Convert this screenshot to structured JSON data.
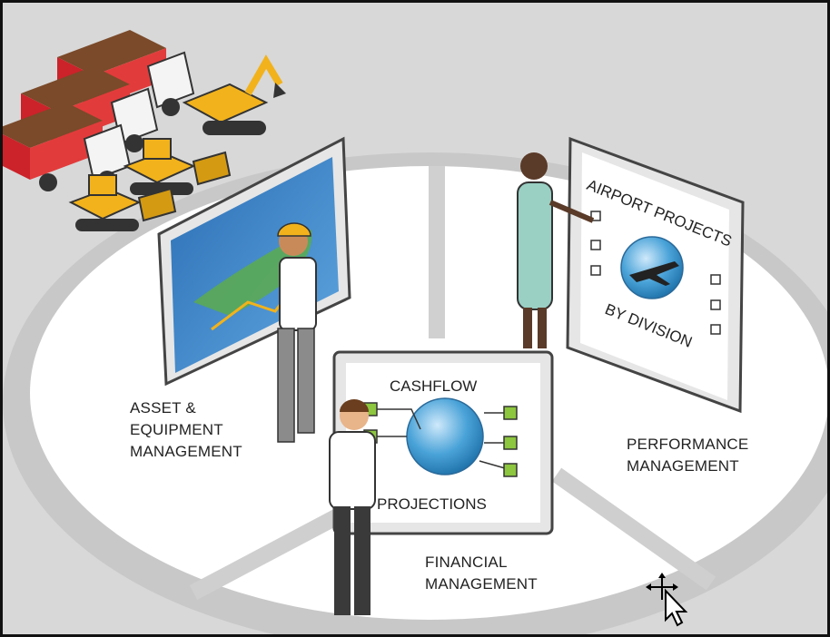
{
  "labels": {
    "asset_line1": "ASSET &",
    "asset_line2": "EQUIPMENT",
    "asset_line3": "MANAGEMENT",
    "performance_line1": "PERFORMANCE",
    "performance_line2": "MANAGEMENT",
    "financial_line1": "FINANCIAL",
    "financial_line2": "MANAGEMENT"
  },
  "screens": {
    "cashflow_top": "CASHFLOW",
    "cashflow_bottom": "PROJECTIONS",
    "airport_top": "AIRPORT PROJECTS",
    "airport_bottom": "BY DIVISION"
  },
  "colors": {
    "background": "#d9d9d9",
    "platform": "#ffffff",
    "truck_red": "#cc2229",
    "machine_yellow": "#f2b21b",
    "globe_blue": "#4aa3d8",
    "node_green": "#8dc63f"
  },
  "icons": [
    "move-cursor-icon",
    "truck-icon",
    "excavator-icon",
    "bulldozer-icon",
    "globe-icon",
    "airplane-icon"
  ]
}
